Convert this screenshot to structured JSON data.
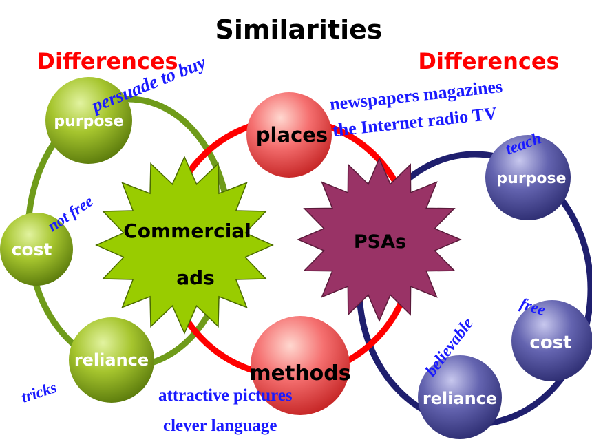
{
  "title": "Similarities",
  "differences_left": "Differences",
  "differences_right": "Differences",
  "commercial": {
    "star_label_line1": "Commercial",
    "star_label_line2": "ads",
    "purpose": "purpose",
    "cost": "cost",
    "reliance": "reliance",
    "note_purpose": "persuade to buy",
    "note_cost": "not free",
    "note_reliance": "tricks"
  },
  "psa": {
    "star_label": "PSAs",
    "purpose": "purpose",
    "cost": "cost",
    "reliance": "reliance",
    "note_purpose": "teach",
    "note_cost": "free",
    "note_reliance": "believable"
  },
  "shared": {
    "places": "places",
    "methods": "methods",
    "places_line1": "newspapers magazines",
    "places_line2": "the Internet radio TV",
    "methods_line1_a": "attractive ",
    "methods_line1_b": "pictures",
    "methods_line2": "clever language"
  },
  "colors": {
    "title": "#000000",
    "differences": "#ff0000",
    "notes": "#1a1aff",
    "green_ring": "#6f9b1a",
    "red_ring": "#ff0000",
    "navy_ring": "#1f1f6e",
    "green_star": "#99cc00",
    "purple_star": "#993366"
  }
}
